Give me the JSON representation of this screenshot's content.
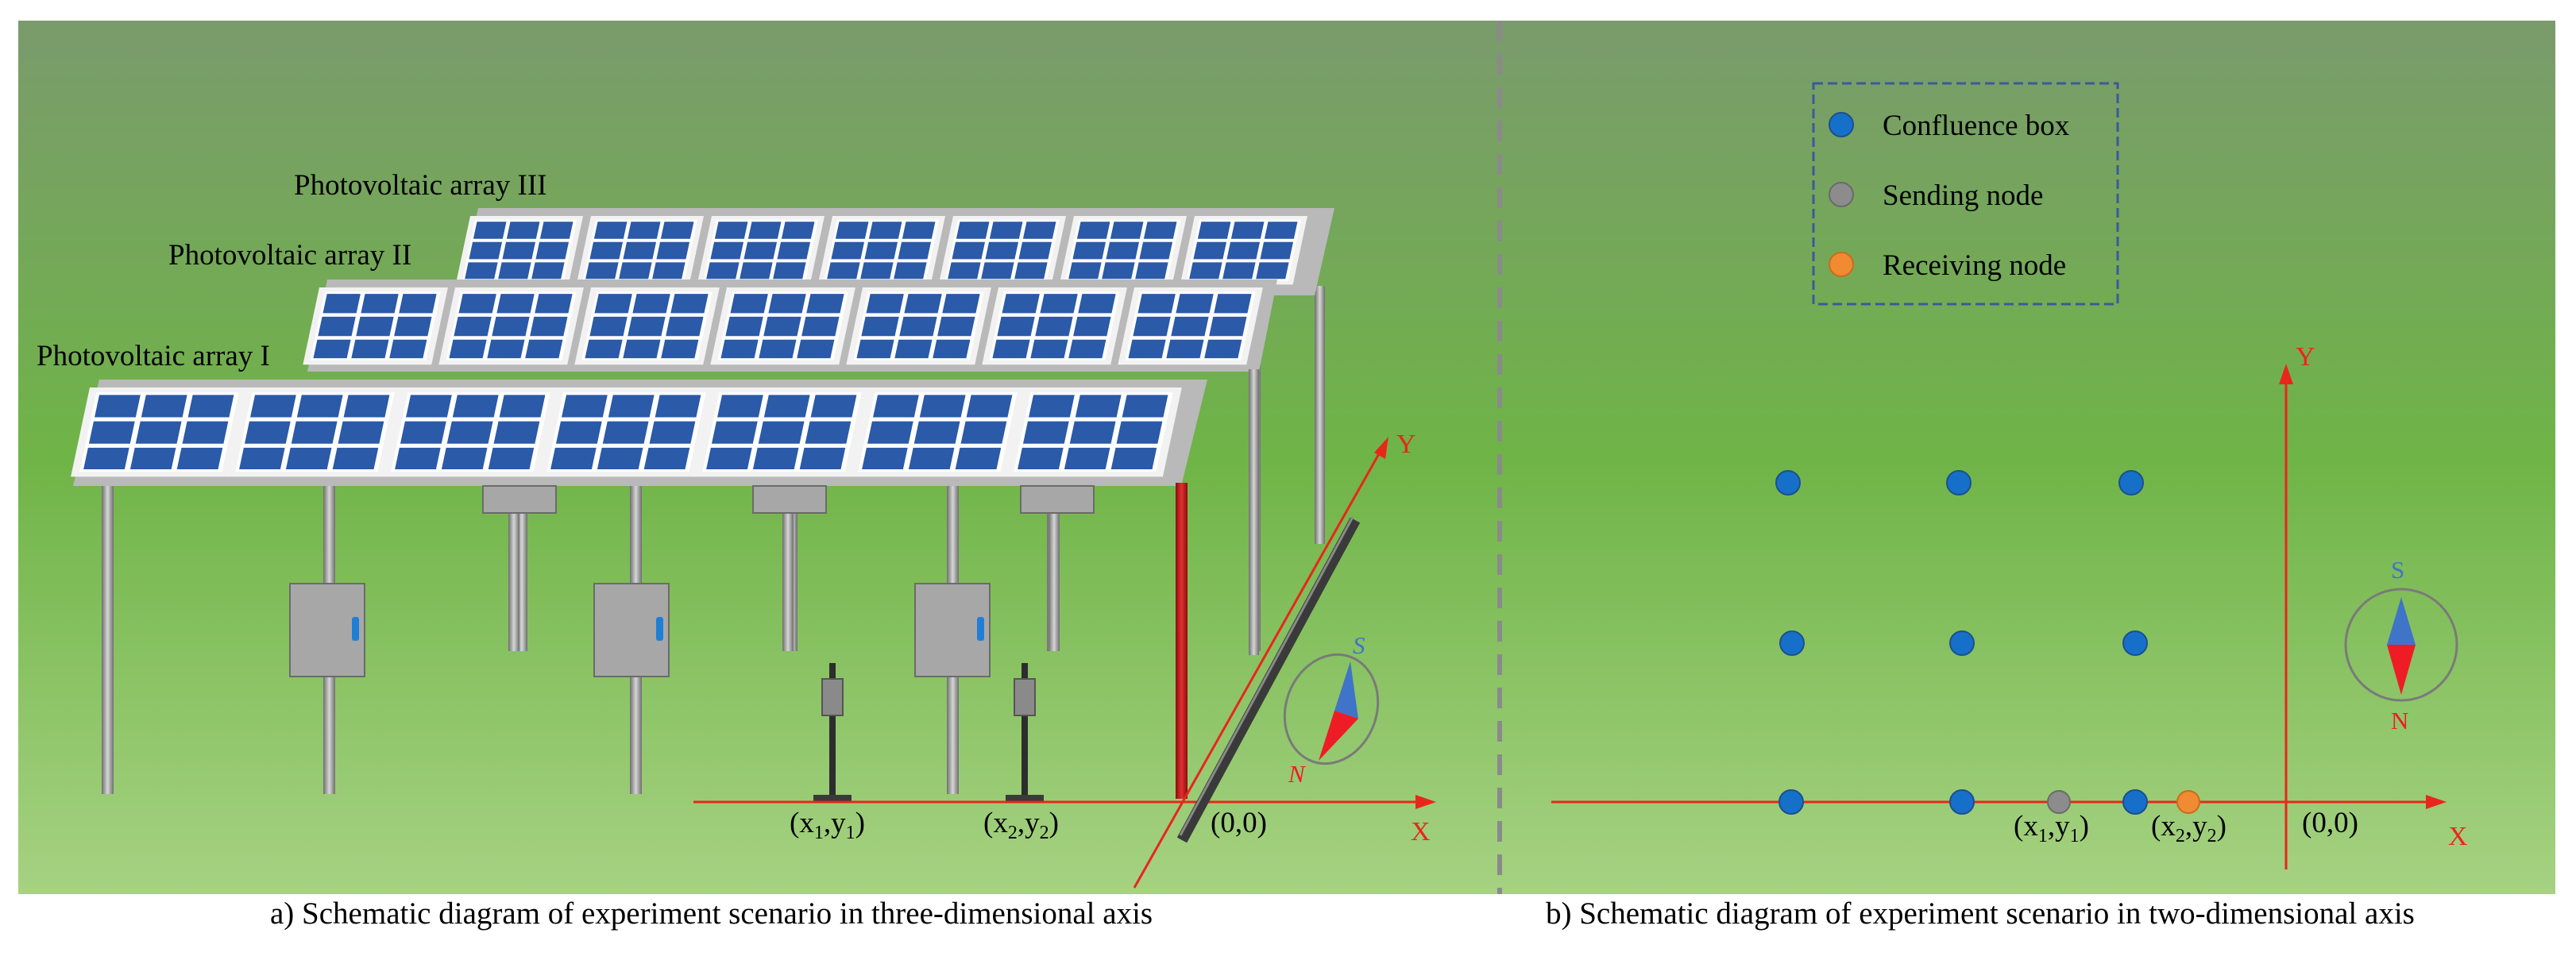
{
  "panel_a": {
    "array_labels": [
      "Photovoltaic array III",
      "Photovoltaic array II",
      "Photovoltaic array I"
    ],
    "axis_x_label": "X",
    "axis_y_label": "Y",
    "origin_label": "(0,0)",
    "node1": {
      "x": "x",
      "y": "y",
      "sx": "1",
      "sy": "1"
    },
    "node2": {
      "x": "x",
      "y": "y",
      "sx": "2",
      "sy": "2"
    },
    "compass": {
      "top": "S",
      "bottom": "N"
    },
    "caption": "a) Schematic diagram  of experiment scenario  in three-dimensional axis"
  },
  "panel_b": {
    "legend": [
      {
        "label": "Confluence box",
        "color": "#1670c9"
      },
      {
        "label": "Sending node",
        "color": "#8c8c8c"
      },
      {
        "label": "Receiving node",
        "color": "#f08a33"
      }
    ],
    "axis_x_label": "X",
    "axis_y_label": "Y",
    "origin_label": "(0,0)",
    "node1": {
      "x": "x",
      "y": "y",
      "sx": "1",
      "sy": "1"
    },
    "node2": {
      "x": "x",
      "y": "y",
      "sx": "2",
      "sy": "2"
    },
    "compass": {
      "top": "S",
      "bottom": "N"
    },
    "caption": "b) Schematic diagram  of experiment scenario  in two-dimensional axis"
  },
  "colors": {
    "axis": "#e8261c",
    "panel_blue": "#2a5aa8",
    "frame_gray": "#b9b9b9",
    "compass_blue": "#3f74c8",
    "compass_red": "#ee1c24"
  }
}
